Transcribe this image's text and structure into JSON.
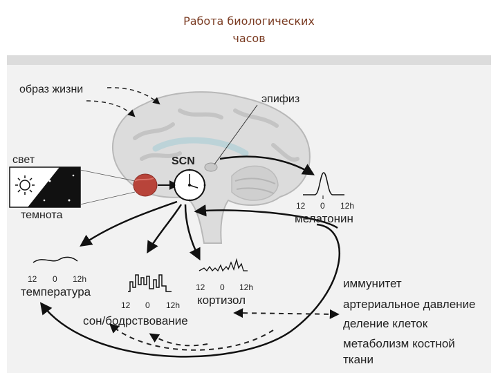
{
  "slide": {
    "title_line1": "Работа биологических",
    "title_line2": "часов"
  },
  "diagram": {
    "lifestyle": "образ жизни",
    "pineal": "эпифиз",
    "scn": "SCN",
    "light": "свет",
    "dark": "темнота",
    "ticks": [
      "12",
      "0",
      "12h"
    ],
    "melatonin": "мелатонин",
    "temperature": "температура",
    "sleep": "сон/бодрствование",
    "cortisol": "кортизол",
    "effects": [
      "иммунитет",
      "артериальное давление",
      "деление клеток",
      "метаболизм костной",
      "ткани"
    ]
  },
  "colors": {
    "title": "#7a3b22",
    "brain": "#dcdcdc",
    "retina": "#b8443a",
    "arrow": "#111111"
  }
}
